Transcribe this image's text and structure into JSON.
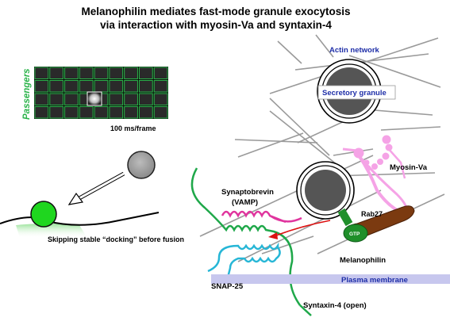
{
  "title": {
    "line1": "Melanophilin mediates fast-mode granule exocytosis",
    "line2": "via interaction with myosin-Va and syntaxin-4"
  },
  "inset": {
    "passengers_label": "Passengers",
    "frame_rate_label": "100 ms/frame",
    "grid_columns": 9,
    "grid_rows": 4,
    "highlighted_cell": {
      "row": 2,
      "col": 4
    }
  },
  "labels": {
    "actin_network": "Actin network",
    "secretory_granule": "Secretory granule",
    "myosin_va": "Myosin-Va",
    "synaptobrevin_line1": "Synaptobrevin",
    "synaptobrevin_line2": "(VAMP)",
    "rab27": "Rab27",
    "gtp": "GTP",
    "melanophilin": "Melanophilin",
    "skipping_docking": "Skipping stable “docking” before fusion",
    "snap25": "SNAP-25",
    "plasma_membrane": "Plasma membrane",
    "syntaxin4": "Syntaxin-4 (open)"
  },
  "colors": {
    "title_text": "#000000",
    "blue_label": "#1f2fa8",
    "grid_line": "#2bb34a",
    "passengers_green": "#2bb34a",
    "membrane_band": "#c7c7ee",
    "granule_dark": "#5a5a5a",
    "fusing_granule": "#1fd61f",
    "myosin_pink": "#f5a3e6",
    "melanophilin_brown": "#7b3a10",
    "rab27_green": "#1f8f2a",
    "synaptobrevin_magenta": "#e0359e",
    "snap25_cyan": "#26b6d6",
    "syntaxin_green": "#1fa84a",
    "red_arrow": "#dd1111"
  }
}
